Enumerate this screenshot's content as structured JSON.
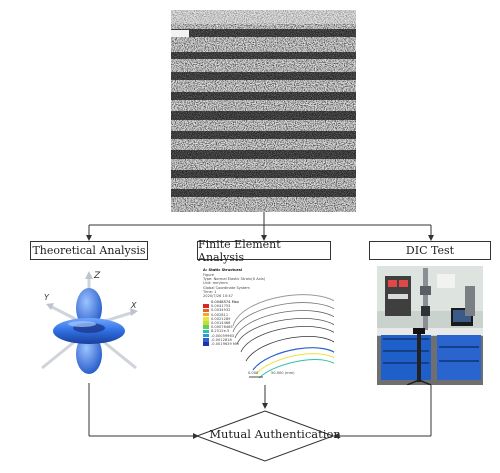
{
  "boxes": {
    "theoretical": "Theoretical Analysis",
    "fea": "Finite Element Analysis",
    "dic": "DIC Test"
  },
  "decision": "Mutual Authentication",
  "axes": {
    "z": "Z",
    "y": "Y",
    "x": "X"
  },
  "fea_panel": {
    "header": "A: Static Structural",
    "info": [
      "Figure",
      "Type: Normal Elastic Strain(X Axis)",
      "Unit: mm/mm",
      "Global Coordinate System",
      "Time: 1",
      "2020/7/26 10:47"
    ],
    "legend_title": "0.0048574 Max",
    "legend_values": [
      "0.0041753",
      "0.0034932",
      "0.002811",
      "0.0021289",
      "0.0014468",
      "0.00076465",
      "8.2512e-5",
      "-0.00059963",
      "-0.0012818",
      "-0.0019639 Min"
    ],
    "legend_colors": [
      "#d62728",
      "#e8622a",
      "#f3a52f",
      "#f0e13a",
      "#b6e23c",
      "#5fd05a",
      "#2fc1a8",
      "#2b9ad9",
      "#2a62d1",
      "#2230b0"
    ],
    "scale_values": [
      "0.000",
      "50.000 (mm)"
    ]
  }
}
